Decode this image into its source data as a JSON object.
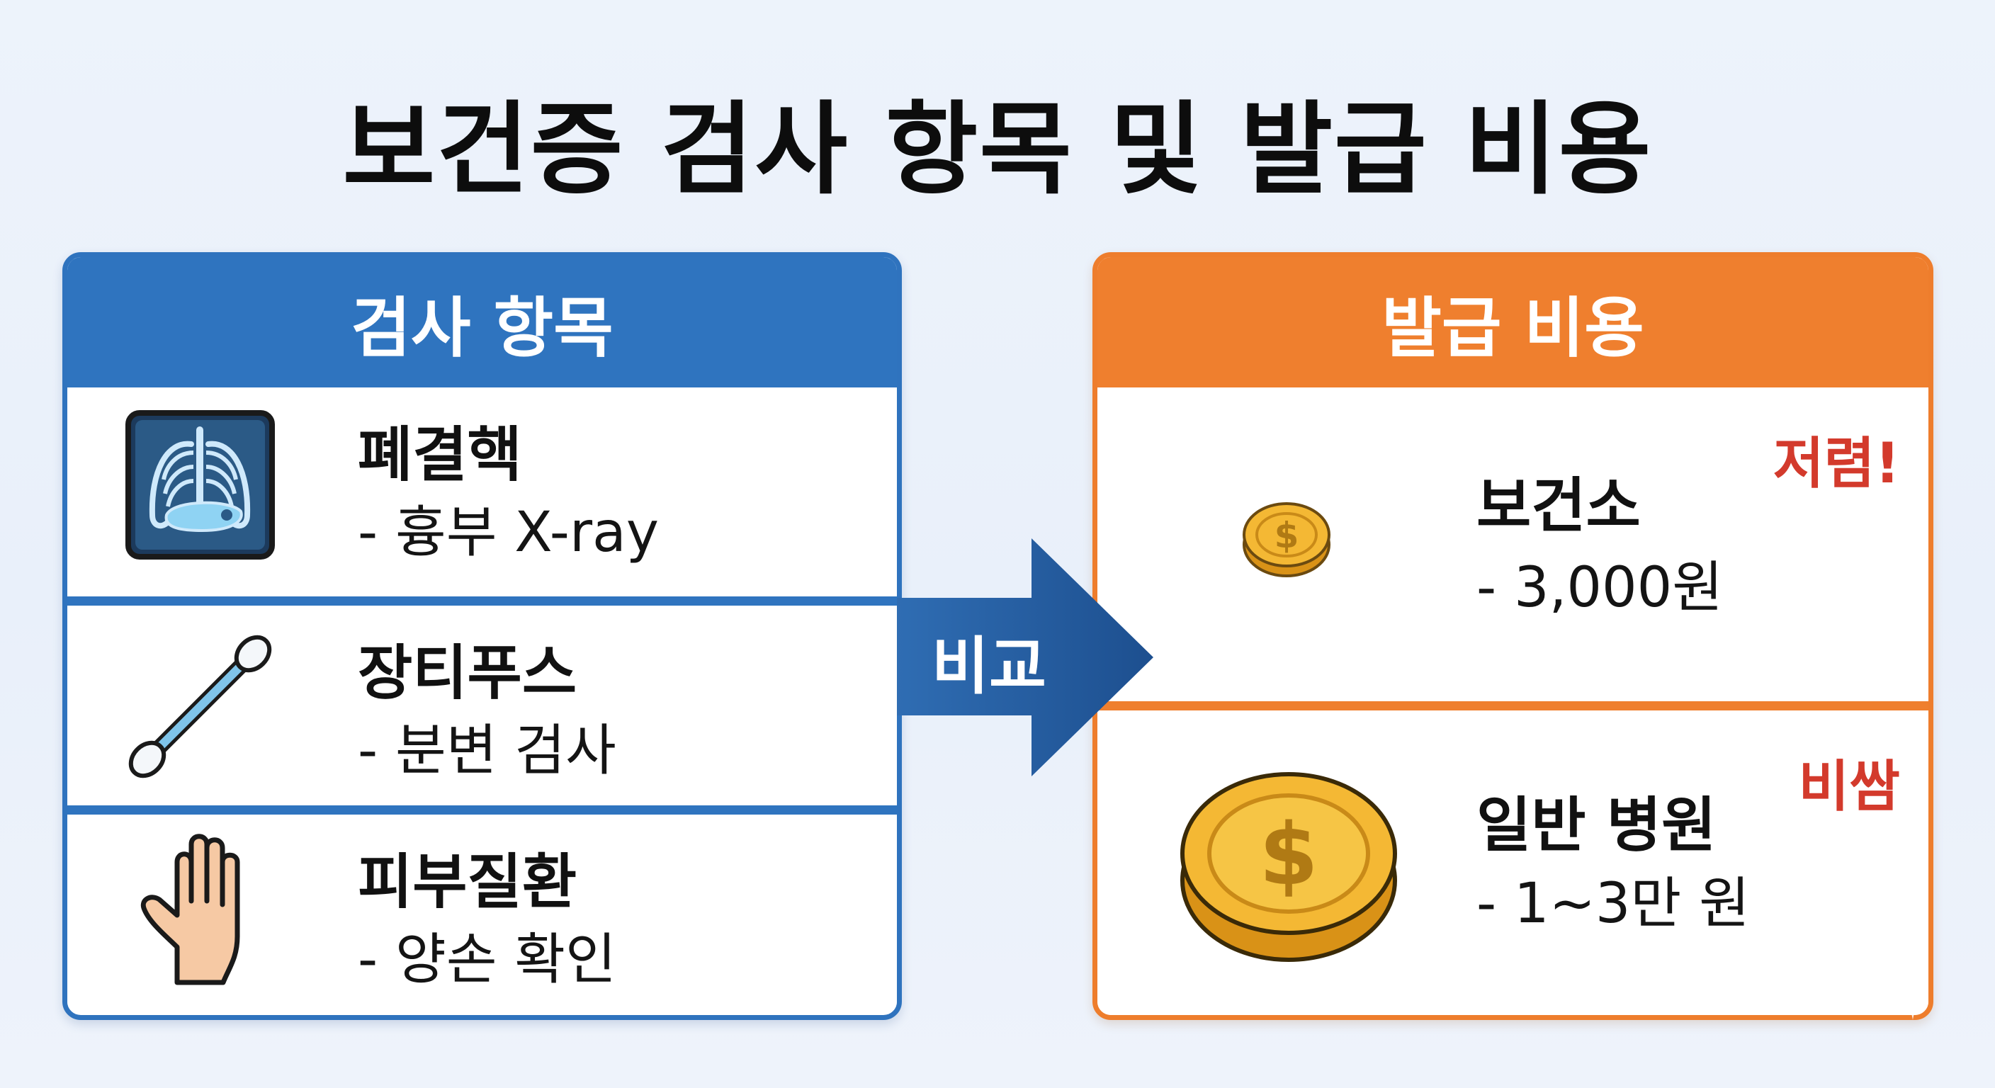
{
  "title": "보건증 검사 항목 및 발급 비용",
  "tests_panel": {
    "header": "검사 항목",
    "items": [
      {
        "icon": "chest-xray-icon",
        "title": "폐결핵",
        "detail": "- 흉부 X-ray"
      },
      {
        "icon": "cotton-swab-icon",
        "title": "장티푸스",
        "detail": "- 분변 검사"
      },
      {
        "icon": "hand-icon",
        "title": "피부질환",
        "detail": "- 양손 확인"
      }
    ]
  },
  "compare_arrow": {
    "label": "비교",
    "icon": "arrow-right-icon"
  },
  "cost_panel": {
    "header": "발급 비용",
    "items": [
      {
        "icon": "small-coin-icon",
        "title": "보건소",
        "detail": "- 3,000원",
        "badge": "저렴!"
      },
      {
        "icon": "large-coin-icon",
        "title": "일반 병원",
        "detail": "- 1~3만 원",
        "badge": "비쌈"
      }
    ]
  },
  "colors": {
    "blue": "#2f74bf",
    "orange": "#ef7f2e",
    "badge_red": "#d33a2c",
    "coin_gold": "#f4b834"
  }
}
